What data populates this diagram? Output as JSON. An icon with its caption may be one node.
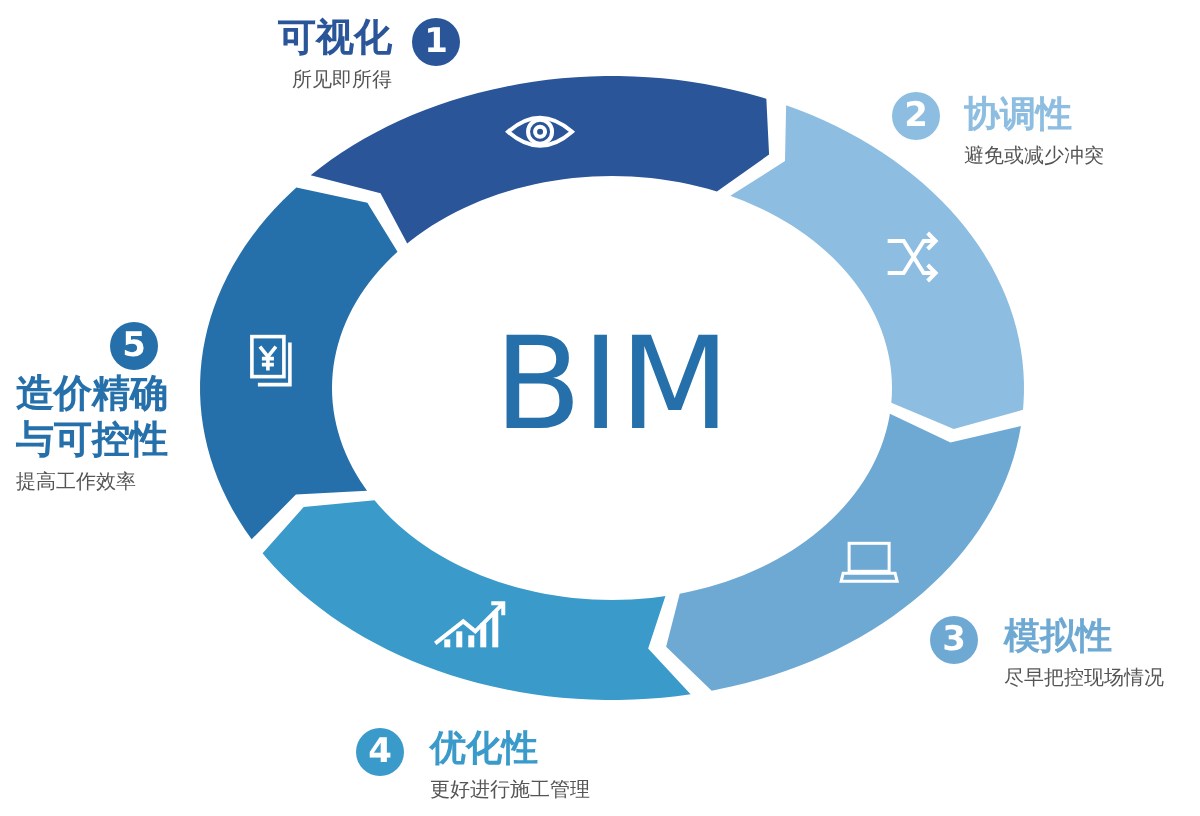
{
  "diagram": {
    "nodes": [
      {
        "text": [
          "BIM"
        ]
      },
      {
        "text": [
          "可视化",
          "所见即所得"
        ],
        "beside": [
          "1"
        ]
      },
      {
        "text": [
          "协调性",
          "避免或减少冲突"
        ],
        "beside": [
          "2"
        ]
      },
      {
        "text": [
          "模拟性",
          "尽早把控现场情况"
        ],
        "beside": [
          "3"
        ]
      },
      {
        "text": [
          "优化性",
          "更好进行施工管理"
        ],
        "beside": [
          "4"
        ]
      },
      {
        "text": [
          "造价精确与可控性",
          "提高工作效率"
        ],
        "beside": [
          "5"
        ]
      }
    ]
  }
}
